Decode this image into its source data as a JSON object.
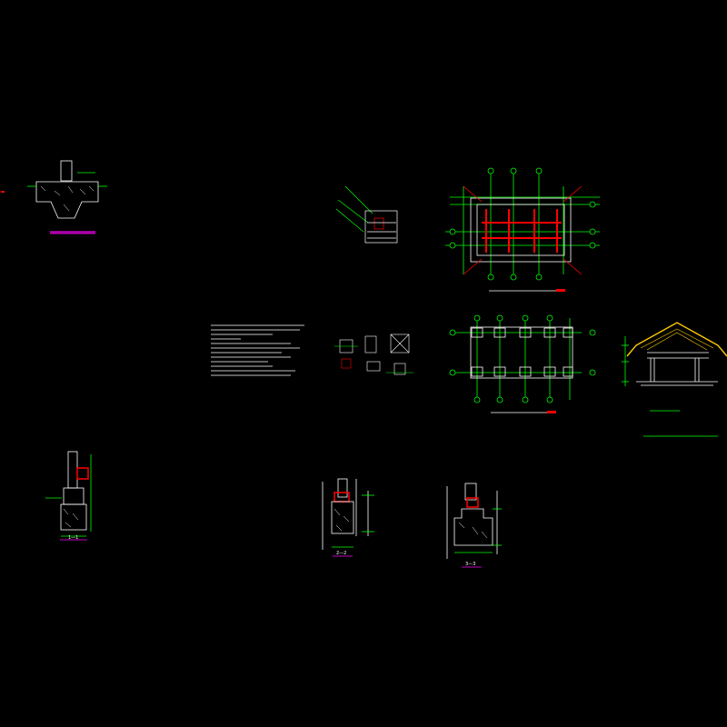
{
  "colors": {
    "background": "#000000",
    "line": "#ffffff",
    "dimension": "#00ff00",
    "section": "#ff0000",
    "label": "#ff00ff",
    "hatch": "#ffffff",
    "roof": "#ffcc00",
    "note": "#ffffff"
  },
  "drawing_labels": {
    "main_foundation_plan": "",
    "roof_framing_plan": "",
    "elevation": "",
    "section_1": "1—1",
    "section_2": "2—2",
    "section_3": "3—3"
  },
  "notes": {
    "heading": "",
    "lines": []
  }
}
